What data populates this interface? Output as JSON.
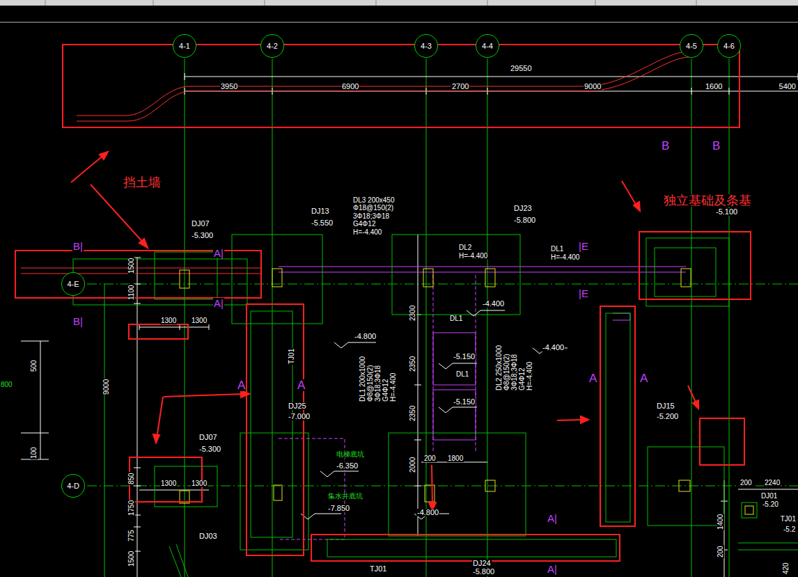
{
  "diagram": {
    "nodes": [
      {
        "text": [
          "4-1"
        ]
      },
      {
        "text": [
          "4-2"
        ]
      },
      {
        "text": [
          "4-3"
        ]
      },
      {
        "text": [
          "4-4"
        ]
      },
      {
        "text": [
          "4-5"
        ]
      },
      {
        "text": [
          "4-6"
        ]
      },
      {
        "text": [
          "4-E"
        ]
      },
      {
        "text": [
          "4-D"
        ]
      }
    ],
    "labels": [
      "29550",
      "3950",
      "6900",
      "2700",
      "9000",
      "1600",
      "5400",
      "B",
      "B",
      "挡土墙",
      "独立基础及条基",
      "DJ07",
      "-5.300",
      "DJ13",
      "-5.550",
      "DL3  200x450",
      "Φ18@150(2)",
      "3Φ18;3Φ18",
      "G4Φ12",
      "H=-4.400",
      "DJ23",
      "-5.800",
      "-5.100",
      "B|",
      "A|",
      "A|",
      "|E",
      "|E",
      "B|",
      "1500",
      "1100",
      "DL2",
      "H=-4.400",
      "DL1",
      "H=-4.400",
      "-4.400",
      "DL1",
      "2300",
      "TJ01",
      "1300",
      "1300",
      "-4.800",
      "-4.400",
      "-5.150",
      "2350",
      "DL1",
      "DL1  200x1000",
      "Φ8@150(2)",
      "3Φ18;3Φ18",
      "G4Φ12",
      "H=-4.400",
      "DL2  250x1000",
      "Φ8@150(2)",
      "3Φ18;3Φ18",
      "G4Φ12",
      "H=-4.400",
      "A",
      "A",
      "A",
      "A",
      "9000",
      "500",
      "800",
      "DJ25",
      "-7.000",
      "-5.150",
      "2350",
      "DJ15",
      "-5.200",
      "电梯底坑",
      "-6.350",
      "集水井底坑",
      "-7.850",
      "DJ07",
      "-5.300",
      "2000",
      "200",
      "1800",
      "850",
      "1300",
      "1300",
      "-4.800",
      "A|",
      "1750",
      "DJ03",
      "775",
      "1500",
      "A|",
      "TJ01",
      "DJ24",
      "-5.800",
      "200",
      "2240",
      "DJ01",
      "-5.20",
      "TJ01",
      "-5.2",
      "1400",
      "200",
      "420",
      "100"
    ]
  }
}
